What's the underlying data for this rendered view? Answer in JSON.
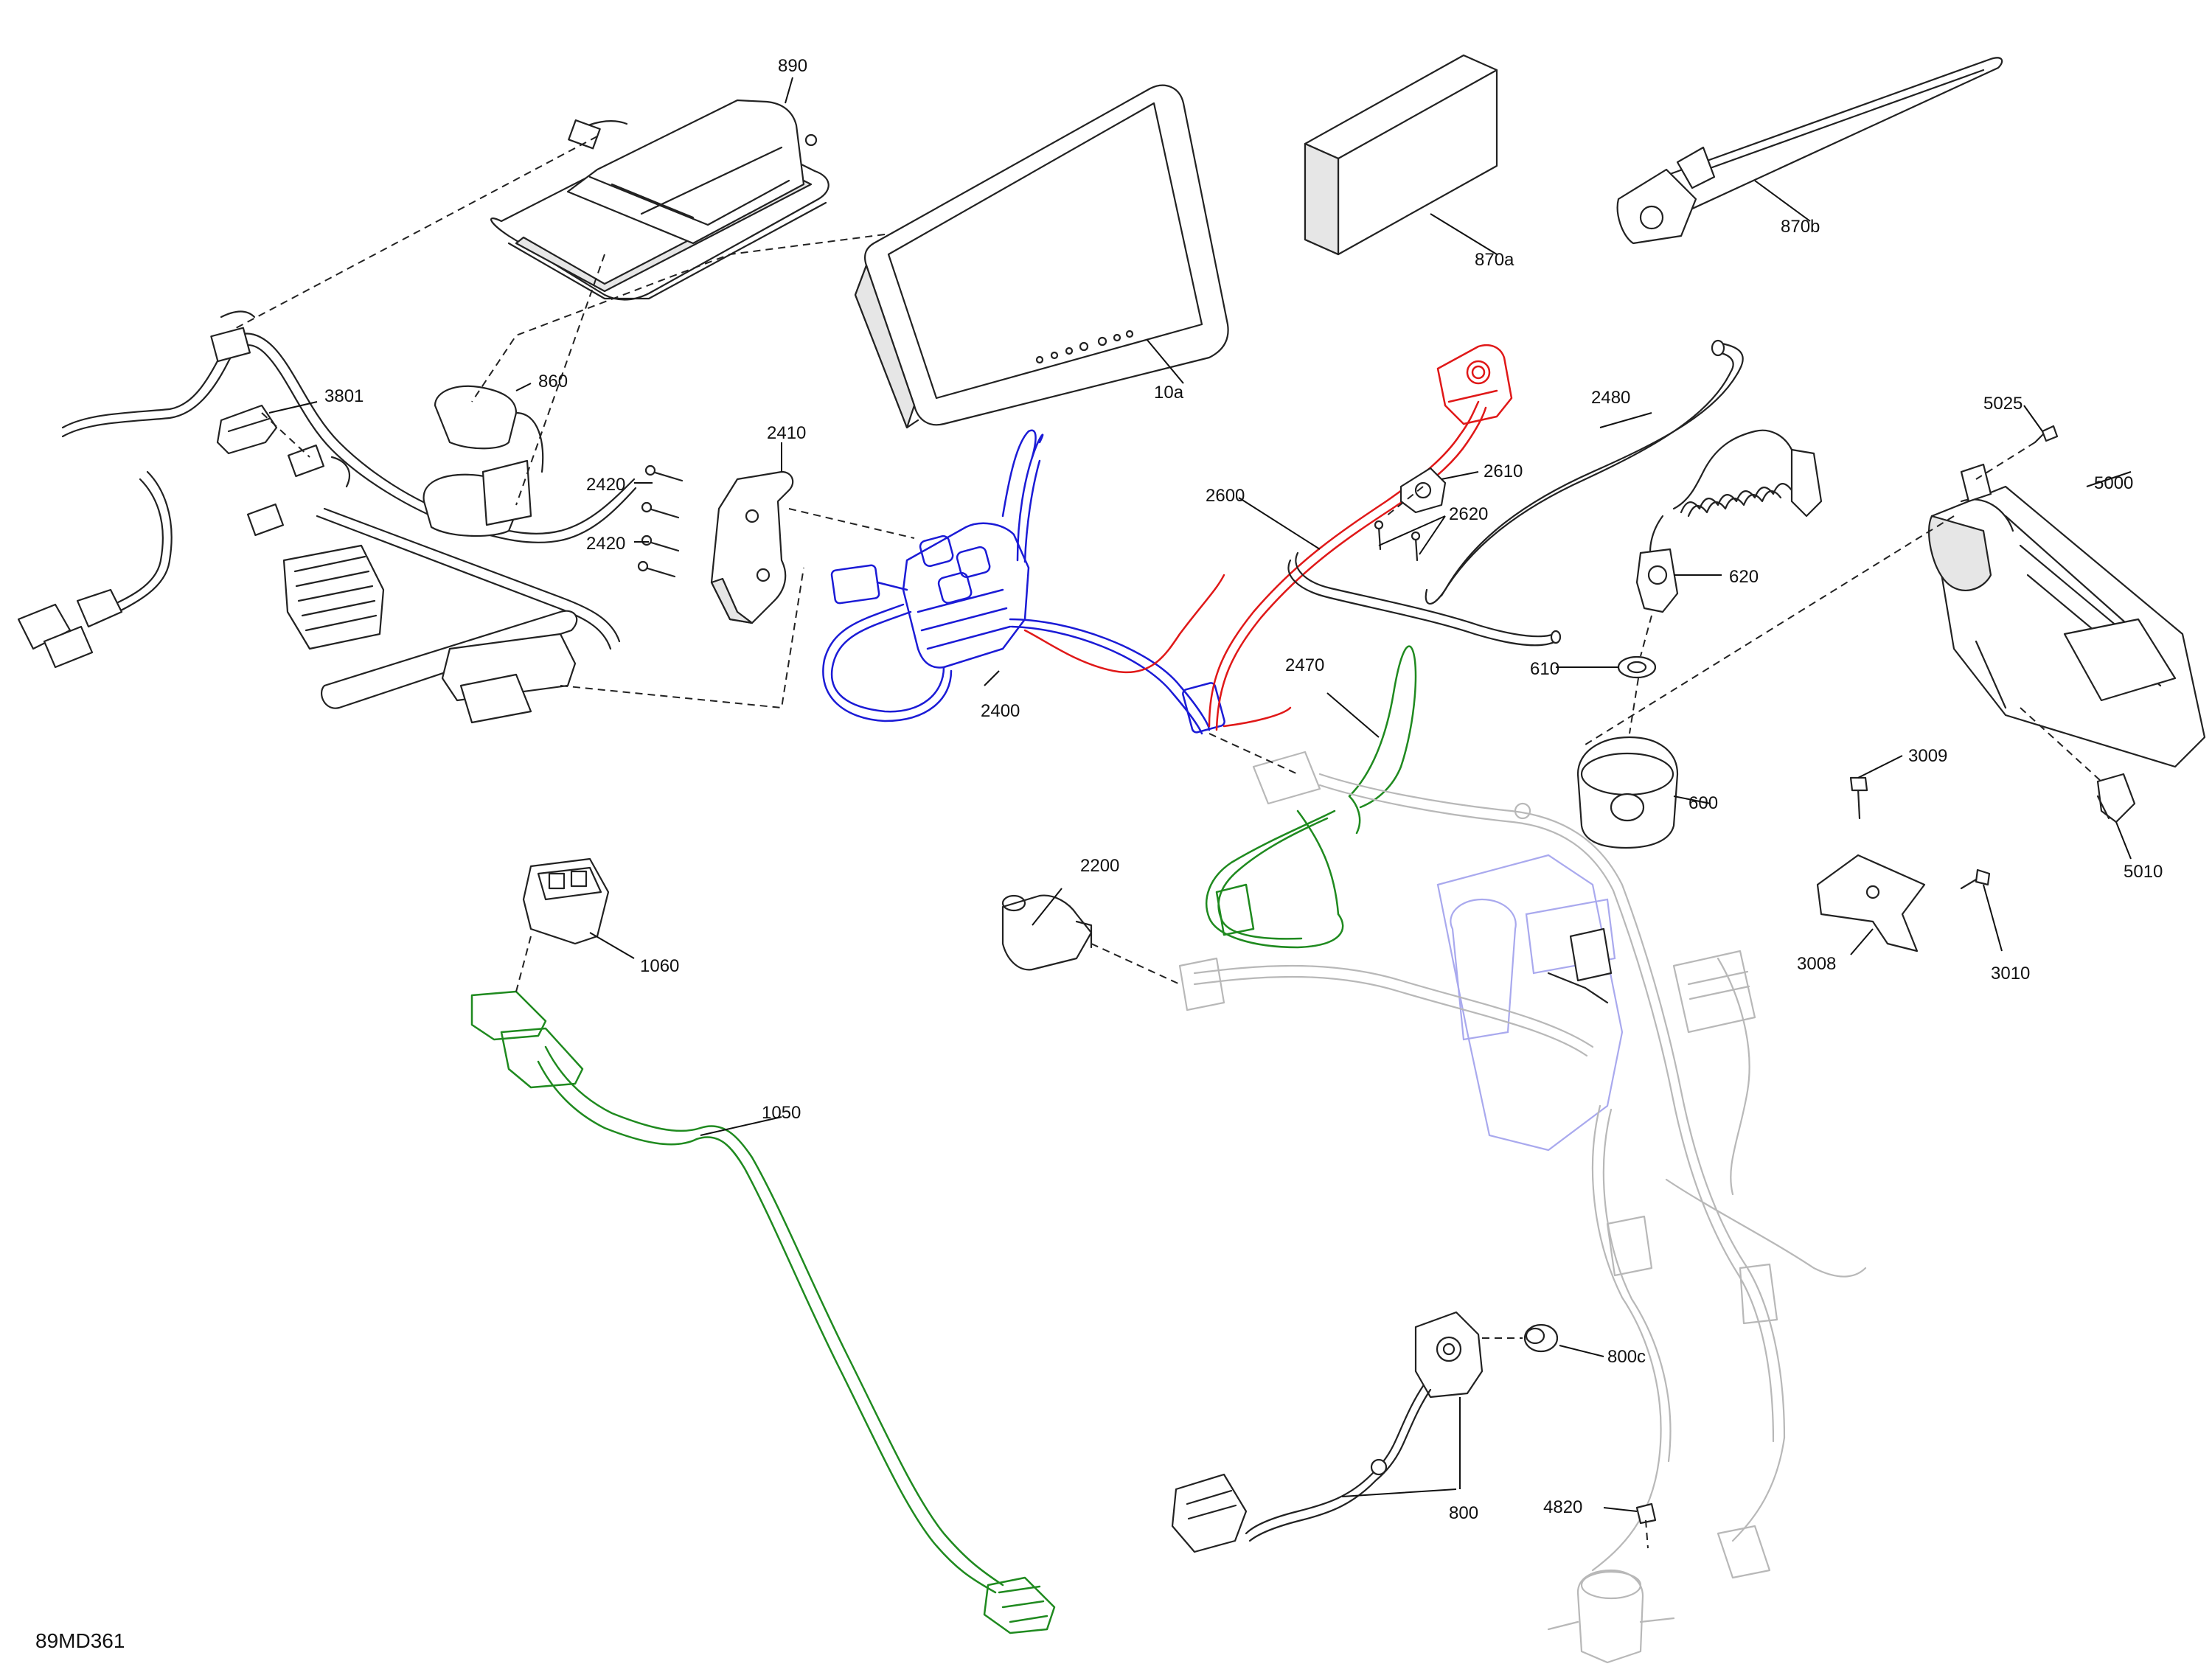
{
  "diagram": {
    "code": "89MD361",
    "callouts": [
      {
        "id": "890",
        "text": "890"
      },
      {
        "id": "10a",
        "text": "10a"
      },
      {
        "id": "870a",
        "text": "870a"
      },
      {
        "id": "870b",
        "text": "870b"
      },
      {
        "id": "3801",
        "text": "3801"
      },
      {
        "id": "860",
        "text": "860"
      },
      {
        "id": "2410",
        "text": "2410"
      },
      {
        "id": "2420a",
        "text": "2420"
      },
      {
        "id": "2420b",
        "text": "2420"
      },
      {
        "id": "2400",
        "text": "2400"
      },
      {
        "id": "2600",
        "text": "2600"
      },
      {
        "id": "2610",
        "text": "2610"
      },
      {
        "id": "2620",
        "text": "2620"
      },
      {
        "id": "2480",
        "text": "2480"
      },
      {
        "id": "620",
        "text": "620"
      },
      {
        "id": "610",
        "text": "610"
      },
      {
        "id": "600",
        "text": "600"
      },
      {
        "id": "2470",
        "text": "2470"
      },
      {
        "id": "5025",
        "text": "5025"
      },
      {
        "id": "5000",
        "text": "5000"
      },
      {
        "id": "5010",
        "text": "5010"
      },
      {
        "id": "3009",
        "text": "3009"
      },
      {
        "id": "3008",
        "text": "3008"
      },
      {
        "id": "3010",
        "text": "3010"
      },
      {
        "id": "2200",
        "text": "2200"
      },
      {
        "id": "1060",
        "text": "1060"
      },
      {
        "id": "1050",
        "text": "1050"
      },
      {
        "id": "800c",
        "text": "800c"
      },
      {
        "id": "800",
        "text": "800"
      },
      {
        "id": "4820",
        "text": "4820"
      }
    ],
    "colors": {
      "ink": "#222222",
      "ghost": "#b8b8b8",
      "ghost_blue": "#a9a9ee",
      "highlight_blue": "#1b1bd6",
      "highlight_red": "#e01818",
      "highlight_green": "#1f8a1f"
    }
  }
}
